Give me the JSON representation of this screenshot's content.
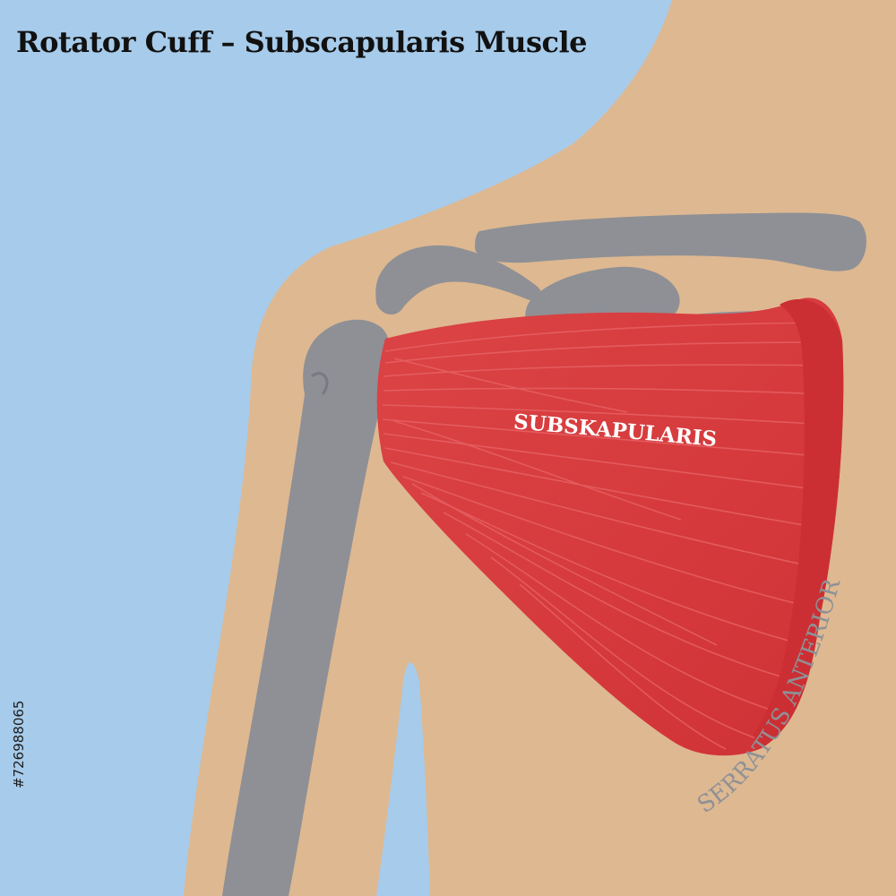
{
  "diagram": {
    "title": "Rotator Cuff – Subscapularis Muscle",
    "labels": {
      "subscapularis": "SUBSKAPULARIS",
      "serratus_anterior": "SERRATUS ANTERIOR"
    },
    "stock_id": "#726988065",
    "colors": {
      "background": "#a7cbea",
      "skin": "#deb891",
      "bone": "#8e9095",
      "muscle": "#d63a3c",
      "muscle_fiber_light": "#e86668",
      "muscle_label": "#ffffff",
      "serratus_label": "#8e9196"
    }
  }
}
